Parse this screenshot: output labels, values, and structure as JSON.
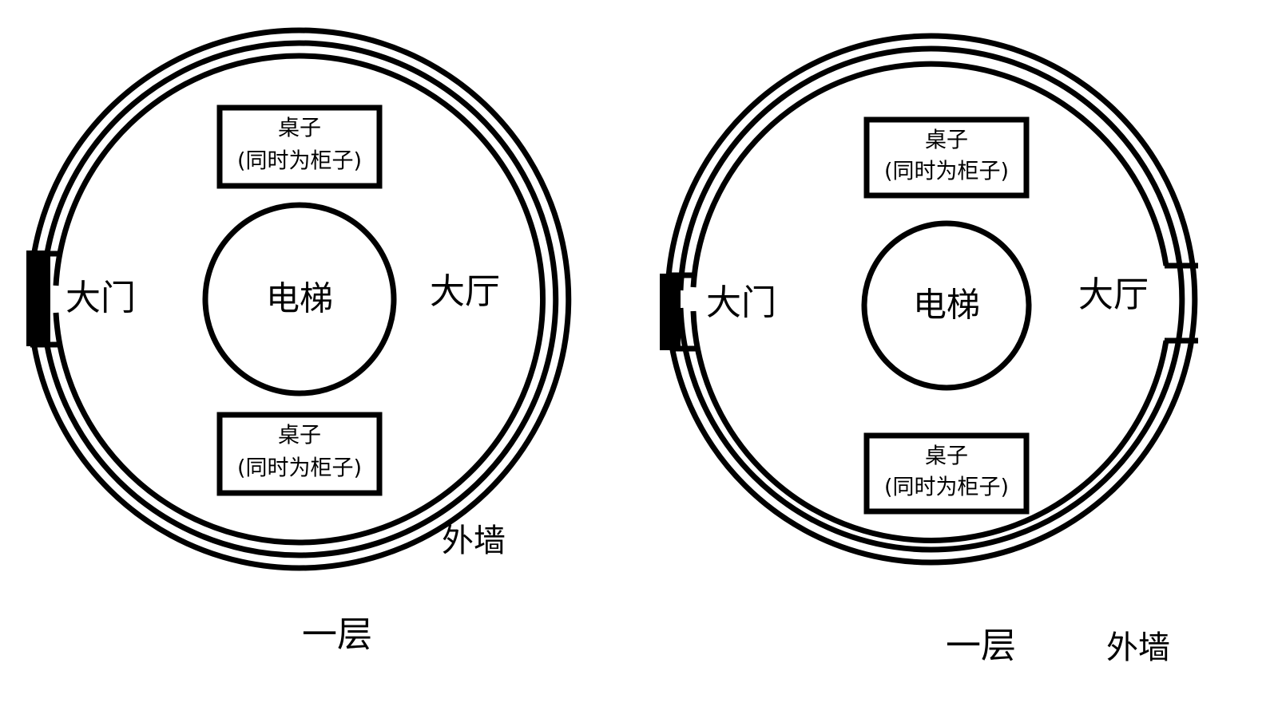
{
  "diagram": {
    "title_visible": false,
    "type": "architectural-floor-plan",
    "colors": {
      "stroke": "#000000",
      "background": "#ffffff",
      "door_fill": "#000000"
    },
    "plans": [
      {
        "id": "plan-left",
        "floor_label": "一层",
        "exterior_wall_label": "外墙",
        "entrance_label": "大门",
        "hall_label": "大厅",
        "elevator_label": "电梯",
        "furniture": [
          {
            "line1": "桌子",
            "line2": "(同时为柜子)",
            "position": "top"
          },
          {
            "line1": "桌子",
            "line2": "(同时为柜子)",
            "position": "bottom"
          }
        ],
        "wall_rings": 3,
        "openings": [
          "left-entrance"
        ]
      },
      {
        "id": "plan-right",
        "floor_label": "一层",
        "exterior_wall_label": "外墙",
        "entrance_label": "大门",
        "hall_label": "大厅",
        "elevator_label": "电梯",
        "furniture": [
          {
            "line1": "桌子",
            "line2": "(同时为柜子)",
            "position": "top"
          },
          {
            "line1": "桌子",
            "line2": "(同时为柜子)",
            "position": "bottom"
          }
        ],
        "wall_rings": 3,
        "openings": [
          "left-entrance",
          "right-opening"
        ]
      }
    ]
  }
}
